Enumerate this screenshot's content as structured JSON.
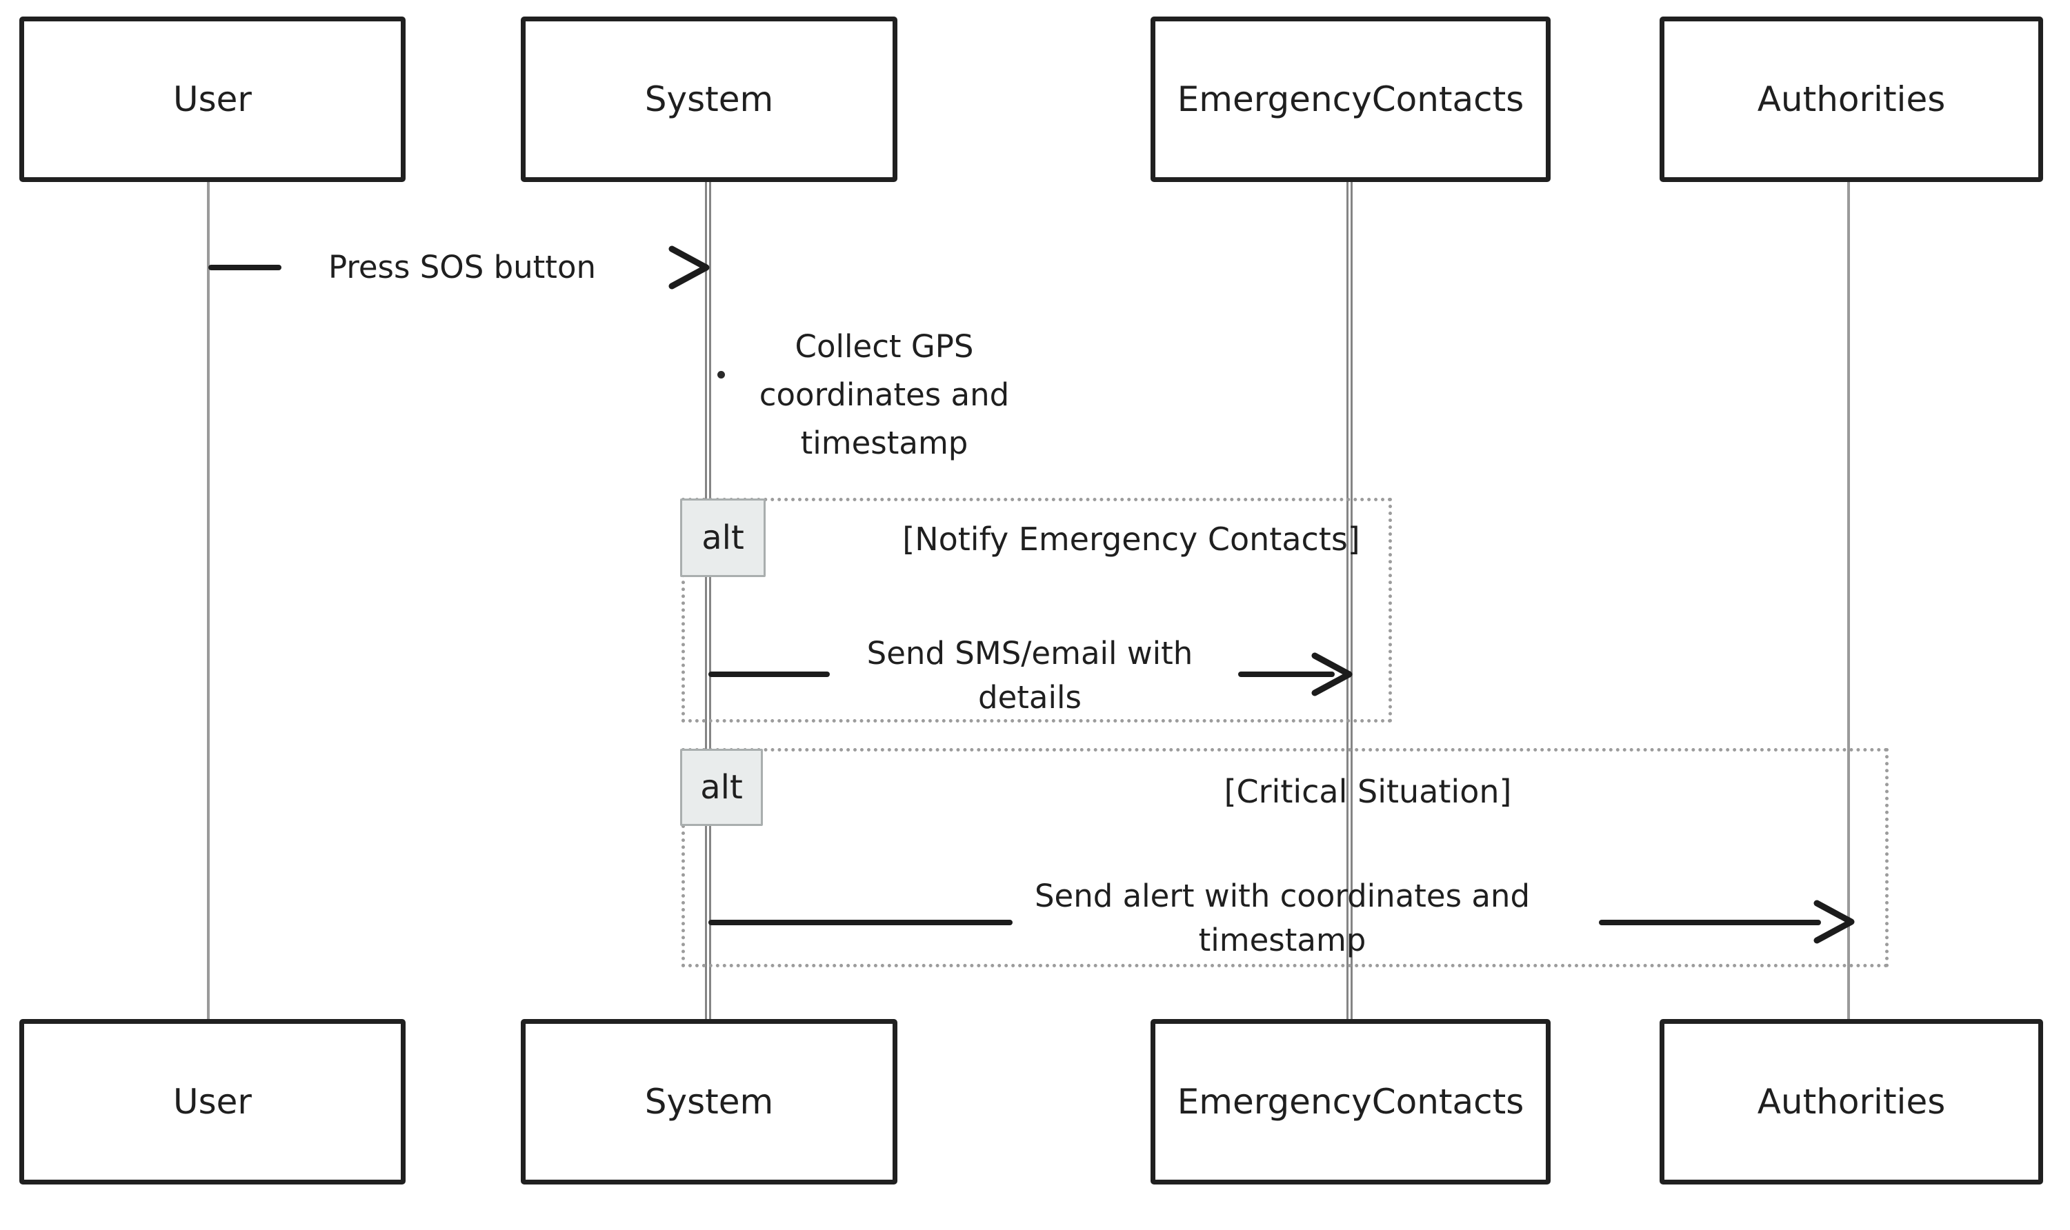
{
  "diagram_type": "uml-sequence",
  "participants": [
    {
      "id": "user",
      "label": "User"
    },
    {
      "id": "system",
      "label": "System"
    },
    {
      "id": "emergency_contacts",
      "label": "EmergencyContacts"
    },
    {
      "id": "authorities",
      "label": "Authorities"
    }
  ],
  "messages": [
    {
      "name": "press-sos",
      "from": "User",
      "to": "System",
      "lines": [
        "Press SOS button"
      ]
    },
    {
      "name": "collect-gps-note",
      "from": "System",
      "to": "System",
      "lines": [
        "Collect GPS",
        "coordinates and",
        "timestamp"
      ]
    },
    {
      "name": "send-sms",
      "from": "System",
      "to": "EmergencyContacts",
      "lines": [
        "Send SMS/email with",
        "details"
      ]
    },
    {
      "name": "send-alert",
      "from": "System",
      "to": "Authorities",
      "lines": [
        "Send alert with coordinates and",
        "timestamp"
      ]
    }
  ],
  "fragments": [
    {
      "operator": "alt",
      "guard": "[Notify Emergency Contacts]"
    },
    {
      "operator": "alt",
      "guard": "[Critical Situation]"
    }
  ],
  "colors": {
    "background": "#ffffff",
    "box_border": "#202020",
    "lifeline": "#8c8c8c",
    "frame_border": "#9c9c9c",
    "alt_label_bg": "#e9ecec",
    "alt_label_border": "#a9aeae",
    "message_line": "#1c1c1c",
    "text": "#1f1f1f"
  }
}
